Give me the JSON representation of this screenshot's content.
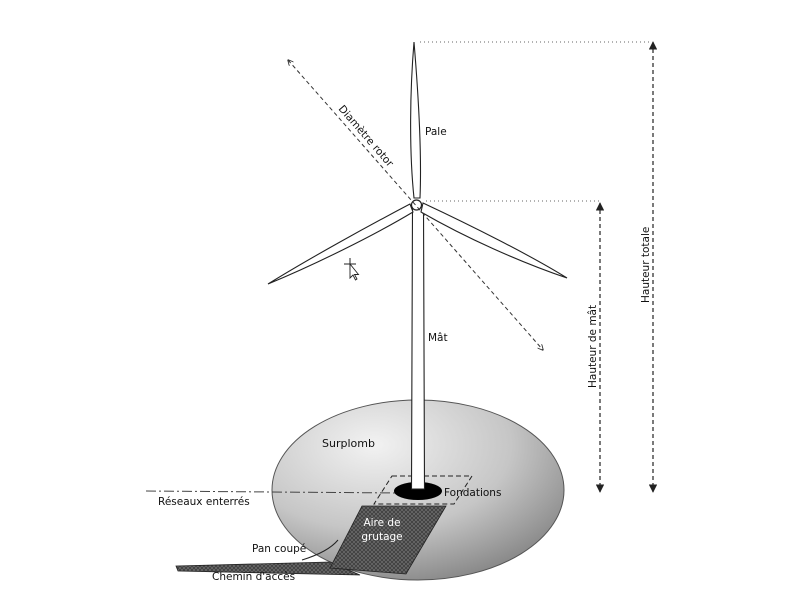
{
  "labels": {
    "pale": "Pale",
    "diametre_rotor": "Diamètre rotor",
    "mat": "Mât",
    "hauteur_mat": "Hauteur de mât",
    "hauteur_totale": "Hauteur totale",
    "surplomb": "Surplomb",
    "fondations": "Fondations",
    "reseaux": "Réseaux enterrés",
    "aire_line1": "Aire de",
    "aire_line2": "grutage",
    "pan_coupe": "Pan coupé",
    "chemin": "Chemin d'accès"
  },
  "colors": {
    "ground_light": "#efefef",
    "ground_dark": "#8f8f8f",
    "line": "#222222",
    "crane_area": "#4a4a4a"
  }
}
